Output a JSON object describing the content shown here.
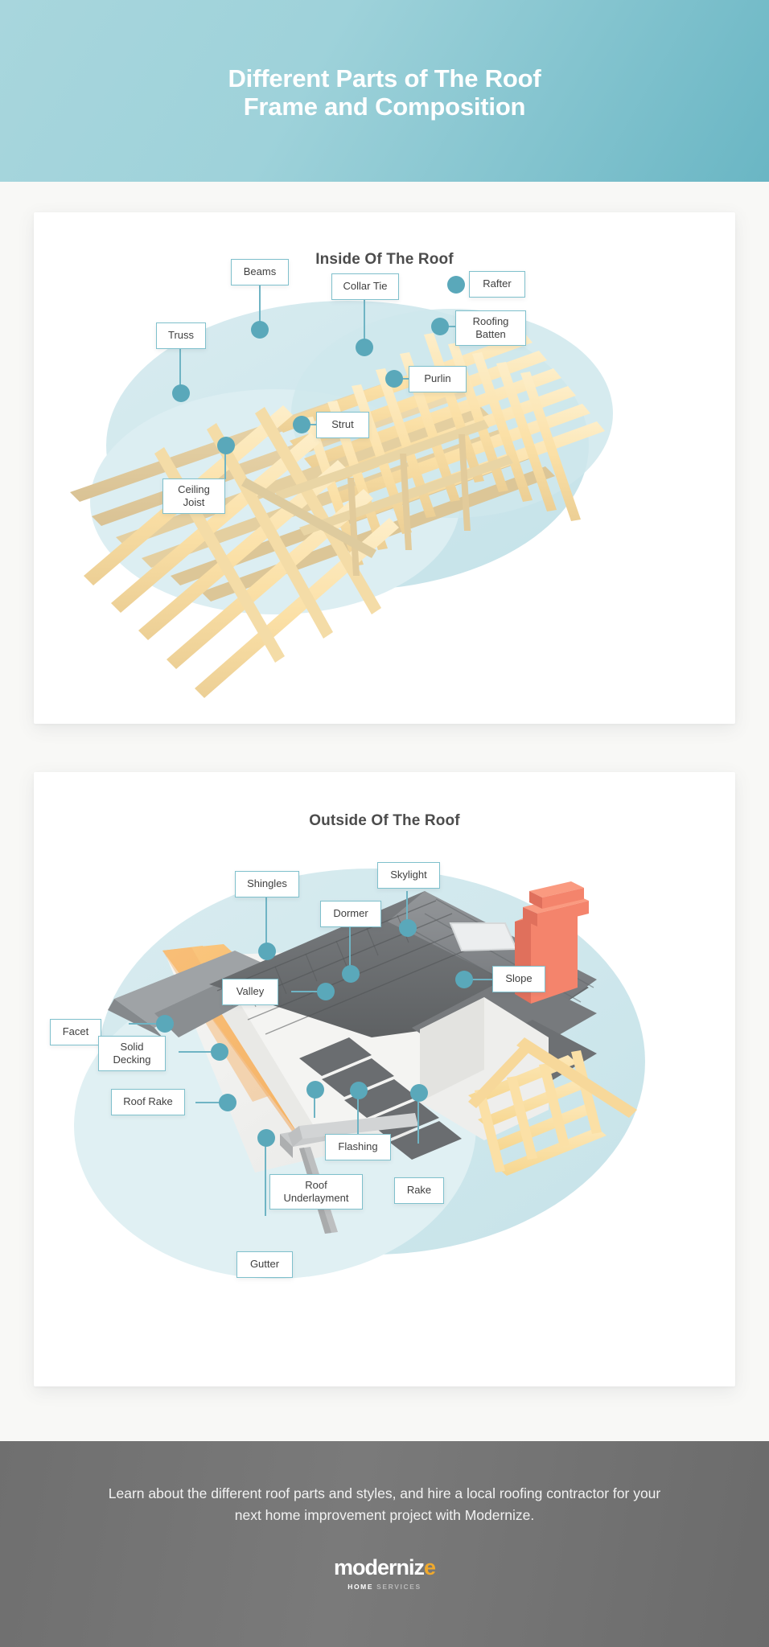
{
  "header": {
    "title_line1": "Different Parts of The Roof",
    "title_line2": "Frame and Composition"
  },
  "colors": {
    "header_gradient_start": "#a8d6dd",
    "header_gradient_end": "#6ab6c4",
    "page_background": "#f8f8f6",
    "card_background": "#ffffff",
    "callout_border": "#7fc0cc",
    "callout_text": "#3f3f3f",
    "dot": "#5aa8ba",
    "leader_line": "#6fb4c4",
    "blob": "#cfe7ec",
    "wood_light": "#fbe2ac",
    "wood_mid": "#f5d79a",
    "wood_shadow": "#ddc596",
    "shingle_dark": "#5f6163",
    "shingle_mid": "#74777a",
    "shingle_light": "#8d9093",
    "underlayment": "#f6b86a",
    "decking": "#f1f1ef",
    "chimney": "#f4846c",
    "chimney_light": "#fa9a80",
    "footer_background": "#737373",
    "logo_accent": "#f0a92c"
  },
  "card_inside": {
    "title": "Inside Of The Roof",
    "labels": [
      {
        "id": "beams",
        "text": "Beams"
      },
      {
        "id": "collar-tie",
        "text": "Collar Tie"
      },
      {
        "id": "rafter",
        "text": "Rafter"
      },
      {
        "id": "truss",
        "text": "Truss"
      },
      {
        "id": "roofing-batten",
        "text": "Roofing\nBatten"
      },
      {
        "id": "purlin",
        "text": "Purlin"
      },
      {
        "id": "strut",
        "text": "Strut"
      },
      {
        "id": "ceiling-joist",
        "text": "Ceiling\nJoist"
      }
    ]
  },
  "card_outside": {
    "title": "Outside Of The Roof",
    "labels": [
      {
        "id": "shingles",
        "text": "Shingles"
      },
      {
        "id": "skylight",
        "text": "Skylight"
      },
      {
        "id": "dormer",
        "text": "Dormer"
      },
      {
        "id": "slope",
        "text": "Slope"
      },
      {
        "id": "valley",
        "text": "Valley"
      },
      {
        "id": "facet",
        "text": "Facet"
      },
      {
        "id": "solid-decking",
        "text": "Solid\nDecking"
      },
      {
        "id": "roof-rake",
        "text": "Roof Rake"
      },
      {
        "id": "flashing",
        "text": "Flashing"
      },
      {
        "id": "roof-underlayment",
        "text": "Roof\nUnderlayment"
      },
      {
        "id": "rake",
        "text": "Rake"
      },
      {
        "id": "gutter",
        "text": "Gutter"
      }
    ]
  },
  "footer": {
    "text": "Learn about the different roof parts and styles, and hire a local roofing contractor for your next home improvement project with Modernize.",
    "logo_pre": "moderniz",
    "logo_accent": "e",
    "tagline_home": "HOME",
    "tagline_services": "SERVICES"
  }
}
